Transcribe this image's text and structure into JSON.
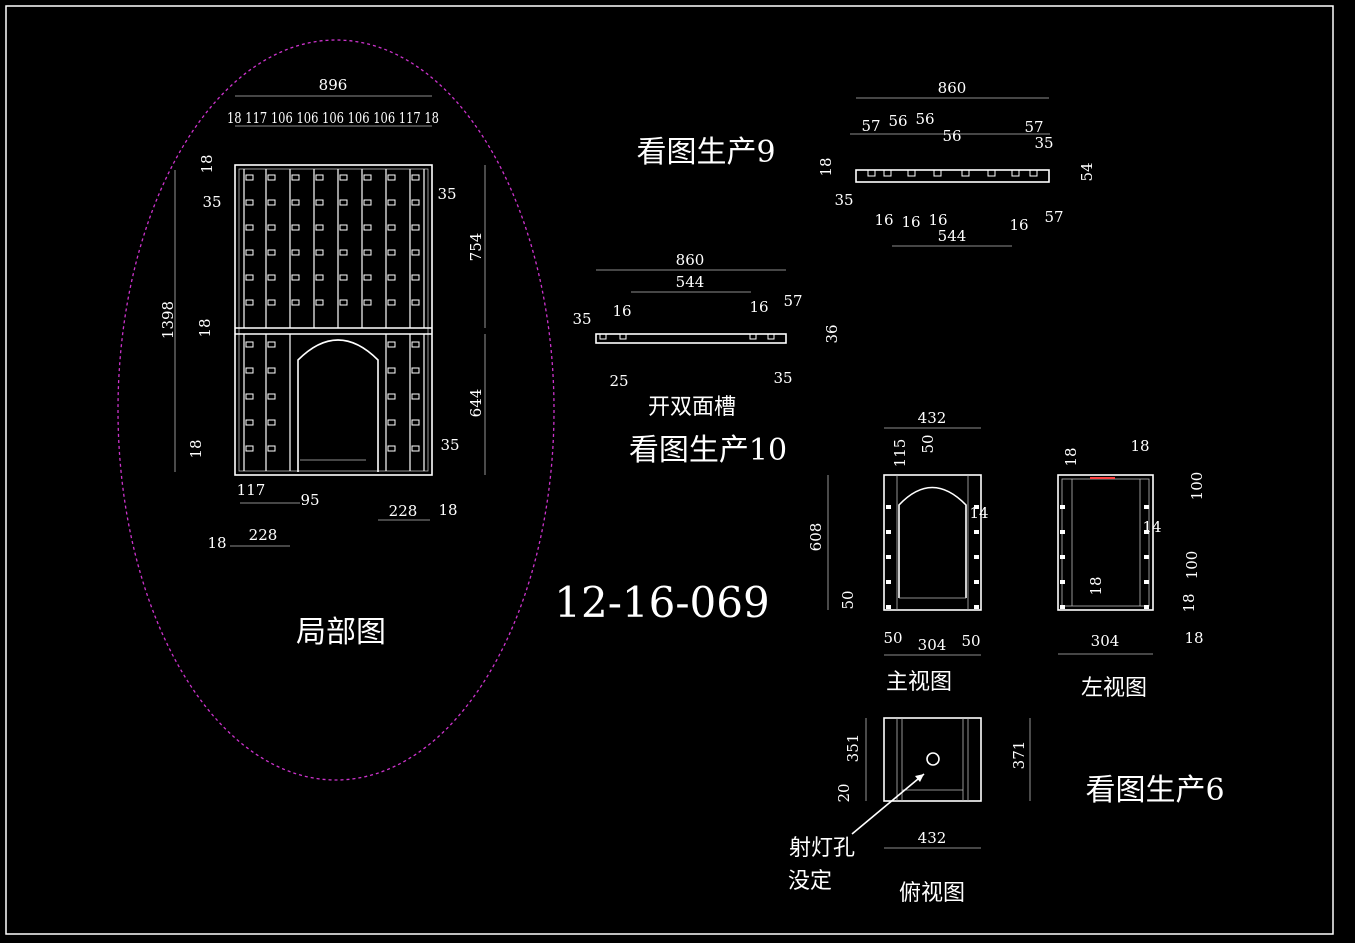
{
  "drawing_code": "12-16-069",
  "titles": {
    "partial_view": "局部图",
    "production9": "看图生产9",
    "production10": "看图生产10",
    "double_groove": "开双面槽",
    "production6": "看图生产6",
    "front_view": "主视图",
    "left_view": "左视图",
    "top_view": "俯视图",
    "spotlight_line1": "射灯孔",
    "spotlight_line2": "没定"
  },
  "partial_dims": {
    "overall_width": "896",
    "col_widths": "18 117 106 106 106 106 106 117 18",
    "top_18": "18",
    "d35a": "35",
    "d35b": "35",
    "d35c": "35",
    "h1398": "1398",
    "mid_18": "18",
    "bot_18": "18",
    "h754": "754",
    "h644": "644",
    "d117": "117",
    "d95": "95",
    "d228a": "228",
    "d18a": "18",
    "d18b": "18",
    "d228b": "228"
  },
  "view9_dims": {
    "w860": "860",
    "d57a": "57",
    "d56a": "56",
    "d56b": "56",
    "d56c": "56",
    "d57b": "57",
    "d35a": "35",
    "d18": "18",
    "d54": "54",
    "d35b": "35",
    "d16a": "16",
    "d16b": "16",
    "d16c": "16",
    "d16d": "16",
    "d57c": "57",
    "w544": "544"
  },
  "view10_dims": {
    "w860": "860",
    "w544": "544",
    "d35a": "35",
    "d16a": "16",
    "d16b": "16",
    "d57": "57",
    "d36": "36",
    "d25": "25",
    "d35b": "35"
  },
  "front_dims": {
    "w432": "432",
    "d115": "115",
    "d50a": "50",
    "d14": "14",
    "h608": "608",
    "d50b": "50",
    "d50c": "50",
    "w304": "304",
    "d50d": "50"
  },
  "left_dims": {
    "d18a": "18",
    "d18b": "18",
    "d100a": "100",
    "d14": "14",
    "d100b": "100",
    "d18c": "18",
    "d18d": "18",
    "w304": "304",
    "d18e": "18"
  },
  "top_dims": {
    "d351": "351",
    "d20": "20",
    "d371": "371",
    "w432": "432"
  },
  "colors": {
    "background": "#000000",
    "lines": "#ffffff",
    "ellipse": "#cc33cc",
    "accent": "#ff4444"
  }
}
